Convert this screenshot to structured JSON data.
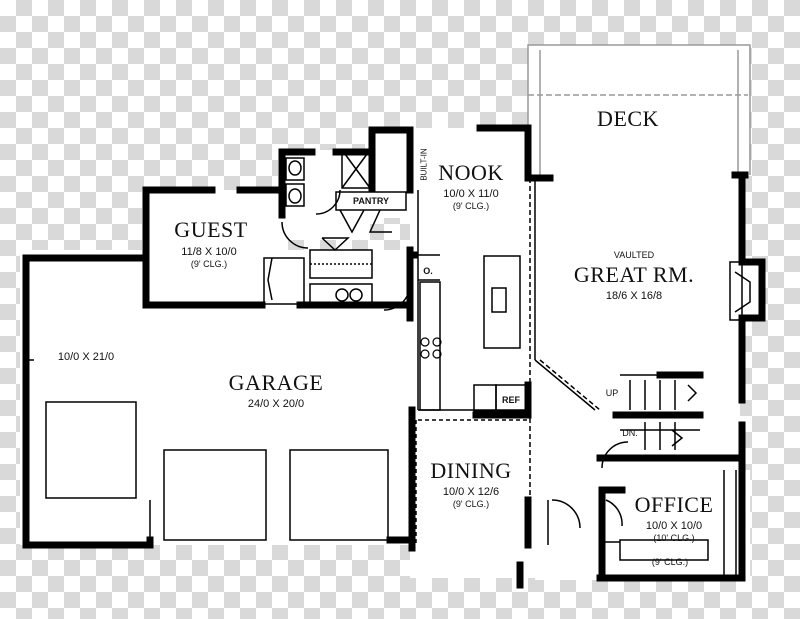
{
  "rooms": {
    "deck": {
      "name": "DECK"
    },
    "nook": {
      "name": "NOOK",
      "dims": "10/0 X 11/0",
      "ceiling": "(9' CLG.)"
    },
    "builtin": {
      "name": "BUILT-IN"
    },
    "pantry": {
      "name": "PANTRY"
    },
    "guest": {
      "name": "GUEST",
      "dims": "11/8 X 10/0",
      "ceiling": "(9' CLG.)"
    },
    "great": {
      "prefix": "VAULTED",
      "name": "GREAT RM.",
      "dims": "18/6 X 16/8"
    },
    "garage": {
      "name": "GARAGE",
      "dims": "24/0 X 20/0"
    },
    "bay": {
      "dims": "10/0 X 21/0"
    },
    "dining": {
      "name": "DINING",
      "dims": "10/0 X 12/6",
      "ceiling": "(9' CLG.)"
    },
    "office": {
      "name": "OFFICE",
      "dims": "10/0 X 10/0",
      "ceiling": "(10' CLG.)"
    },
    "entry": {
      "ceiling": "(9' CLG.)"
    }
  },
  "fixtures": {
    "ref": "REF",
    "oven": "O.",
    "stair_up": "UP",
    "stair_down": "DN."
  },
  "colors": {
    "wall": "#000000",
    "checker_light": "#ffffff",
    "checker_dark": "#d9d9d9"
  }
}
